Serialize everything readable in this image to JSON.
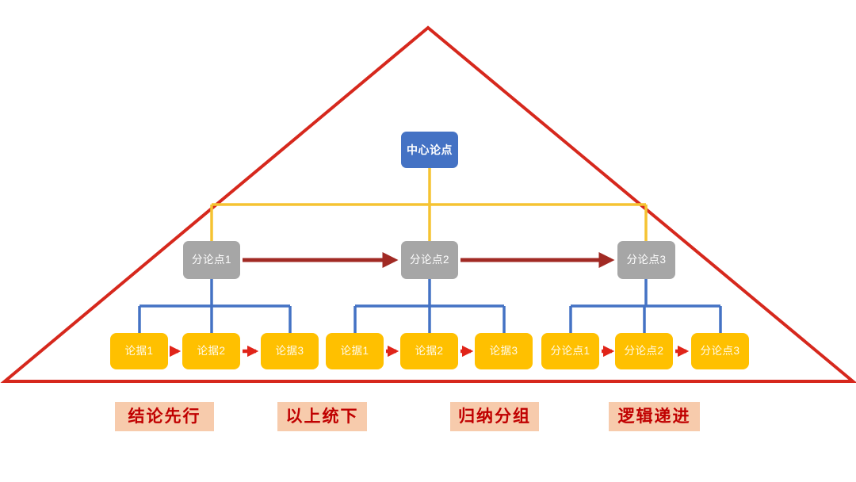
{
  "diagram": {
    "type": "pyramid-principle",
    "background": "#FFFFFF"
  },
  "colors": {
    "triangle_red": "#D6281D",
    "arrow_dark_red": "#A12A24",
    "arrow_red": "#E02419",
    "connector_yellow": "#F5C332",
    "connector_blue": "#4472C4",
    "top_box_bg": "#4472C4",
    "mid_box_bg": "#A6A6A6",
    "leaf_box_bg": "#FFC000",
    "box_text": "#FFFFFF",
    "principle_bg": "#F7CBAC",
    "principle_text": "#C00000"
  },
  "pyramid": {
    "top": {
      "label": "中心论点"
    },
    "level2": [
      {
        "label": "分论点1"
      },
      {
        "label": "分论点2"
      },
      {
        "label": "分论点3"
      }
    ],
    "groups": [
      {
        "children": [
          {
            "label": "论据1"
          },
          {
            "label": "论据2"
          },
          {
            "label": "论据3"
          }
        ]
      },
      {
        "children": [
          {
            "label": "论据1"
          },
          {
            "label": "论据2"
          },
          {
            "label": "论据3"
          }
        ]
      },
      {
        "children": [
          {
            "label": "分论点1"
          },
          {
            "label": "分论点2"
          },
          {
            "label": "分论点3"
          }
        ]
      }
    ]
  },
  "principles": [
    {
      "label": "结论先行"
    },
    {
      "label": "以上统下"
    },
    {
      "label": "归纳分组"
    },
    {
      "label": "逻辑递进"
    }
  ]
}
